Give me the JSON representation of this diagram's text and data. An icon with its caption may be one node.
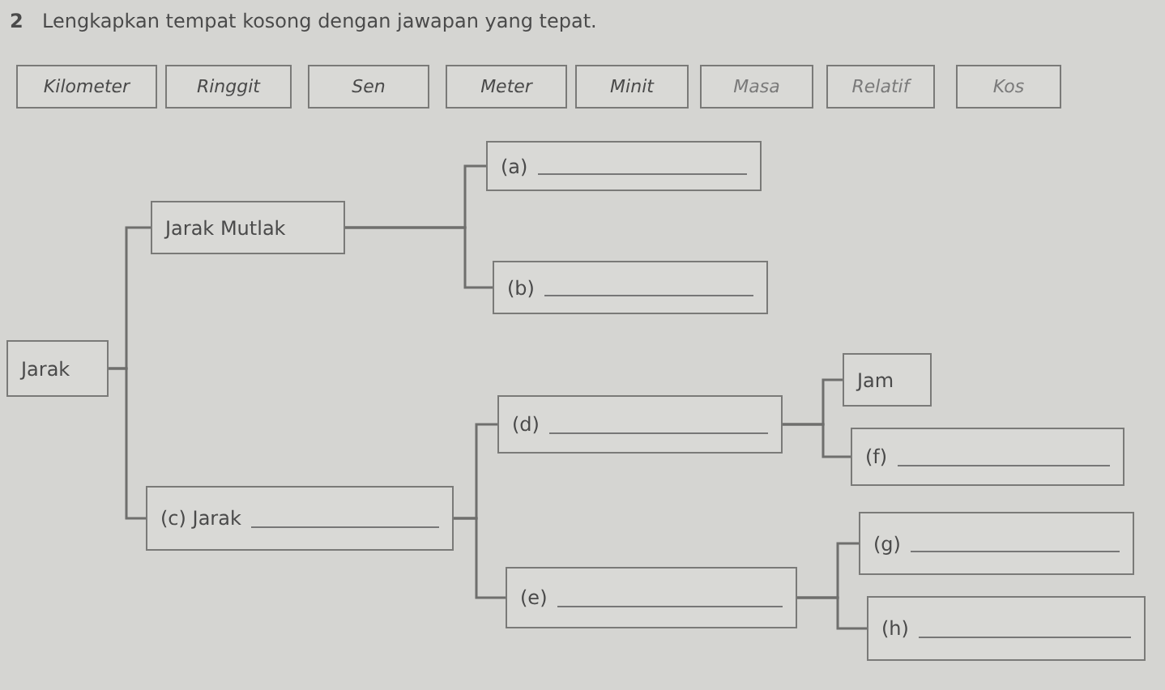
{
  "diagram": {
    "title": "Lengkapkan tempat kosong dengan jawapan yang tepat.",
    "nodes": [
      {
        "text": [
          "Kilometer"
        ]
      },
      {
        "text": [
          "Ringgit"
        ]
      },
      {
        "text": [
          "Sen"
        ]
      },
      {
        "text": [
          "Meter"
        ]
      },
      {
        "text": [
          "Minit"
        ]
      },
      {
        "text": [
          "Masa"
        ]
      },
      {
        "text": [
          "Relatif"
        ]
      },
      {
        "text": [
          "Kos"
        ]
      },
      {
        "text": [
          "Jarak"
        ]
      },
      {
        "text": [
          "Jarak Mutlak"
        ]
      },
      {
        "text": [
          "(a)"
        ]
      },
      {
        "text": [
          "(b)"
        ]
      },
      {
        "text": [
          "(c) Jarak"
        ]
      },
      {
        "text": [
          "(d)"
        ]
      },
      {
        "text": [
          "Jam"
        ]
      },
      {
        "text": [
          "(f)"
        ]
      },
      {
        "text": [
          "(e)"
        ]
      },
      {
        "text": [
          "(g)"
        ]
      },
      {
        "text": [
          "(h)"
        ]
      }
    ],
    "edges": [
      {
        "from": 8,
        "to": 9,
        "arrow": "none"
      },
      {
        "from": 8,
        "to": 12,
        "arrow": "none"
      },
      {
        "from": 9,
        "to": 10,
        "arrow": "none"
      },
      {
        "from": 9,
        "to": 11,
        "arrow": "none"
      },
      {
        "from": 12,
        "to": 13,
        "arrow": "none"
      },
      {
        "from": 12,
        "to": 16,
        "arrow": "none"
      },
      {
        "from": 13,
        "to": 14,
        "arrow": "none"
      },
      {
        "from": 13,
        "to": 15,
        "arrow": "none"
      },
      {
        "from": 16,
        "to": 17,
        "arrow": "none"
      },
      {
        "from": 16,
        "to": 18,
        "arrow": "none"
      }
    ],
    "labels": [
      "2"
    ]
  }
}
